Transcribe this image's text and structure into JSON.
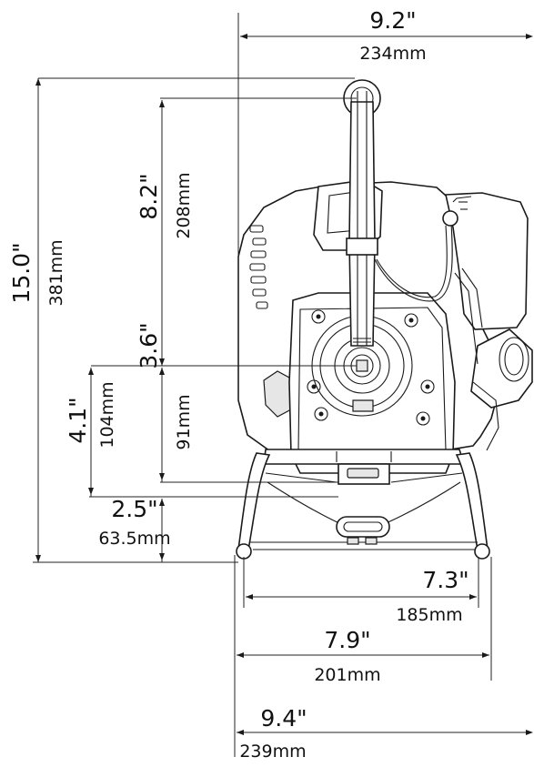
{
  "dimensions": {
    "top_width": {
      "inch": "9.2\"",
      "mm": "234mm"
    },
    "total_height": {
      "inch": "15.0\"",
      "mm": "381mm"
    },
    "handle_height": {
      "inch": "8.2\"",
      "mm": "208mm"
    },
    "shaft_to_base": {
      "inch": "4.1\"",
      "mm": "104mm"
    },
    "shaft_to_frame": {
      "inch": "3.6\"",
      "mm": "91mm"
    },
    "frame_height": {
      "inch": "2.5\"",
      "mm": "63.5mm"
    },
    "inner_base_width": {
      "inch": "7.3\"",
      "mm": "185mm"
    },
    "base_width": {
      "inch": "7.9\"",
      "mm": "201mm"
    },
    "overall_base_width": {
      "inch": "9.4\"",
      "mm": "239mm"
    }
  }
}
